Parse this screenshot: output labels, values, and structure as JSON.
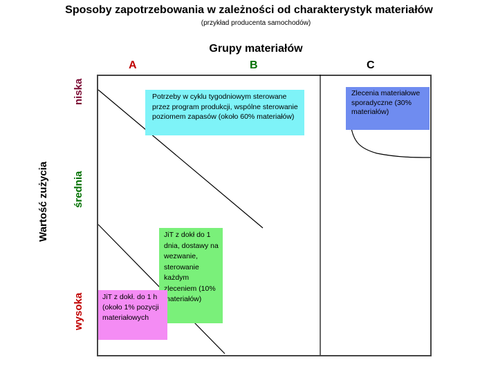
{
  "title": "Sposoby zapotrzebowania w zależności od charakterystyk materiałów",
  "subtitle": "(przykład producenta samochodów)",
  "columns": {
    "heading": "Grupy materiałów",
    "a": "A",
    "b": "B",
    "c": "C"
  },
  "rows": {
    "heading": "Wartość zużycia",
    "low": "niska",
    "medium": "średnia",
    "high": "wysoka"
  },
  "boxes": {
    "weekly": "Potrzeby w cyklu tygodniowym sterowane przez program produkcji, wspólne sterowanie poziomem zapasów (około 60% materiałów)",
    "sporadic": "Zlecenia materiałowe sporadyczne (30% materiałów)",
    "jit_day": "JiT z dokł do 1 dnia, dostawy na wezwanie, sterowanie każdym zleceniem (10% materiałów)",
    "jit_hour": "JiT z dokł. do 1 h (około 1% pozycji materiałowych"
  },
  "colors": {
    "col_label": "#c00000",
    "col_label_mid": "#007000",
    "row_label_low": "#7a0a33",
    "row_label_medium": "#007000",
    "row_label_high": "#c00000",
    "weekly_box": "#7ef3f8",
    "sporadic_box": "#6f8cf0",
    "jit_day_box": "#7af07a",
    "jit_hour_box": "#f48cf4"
  }
}
